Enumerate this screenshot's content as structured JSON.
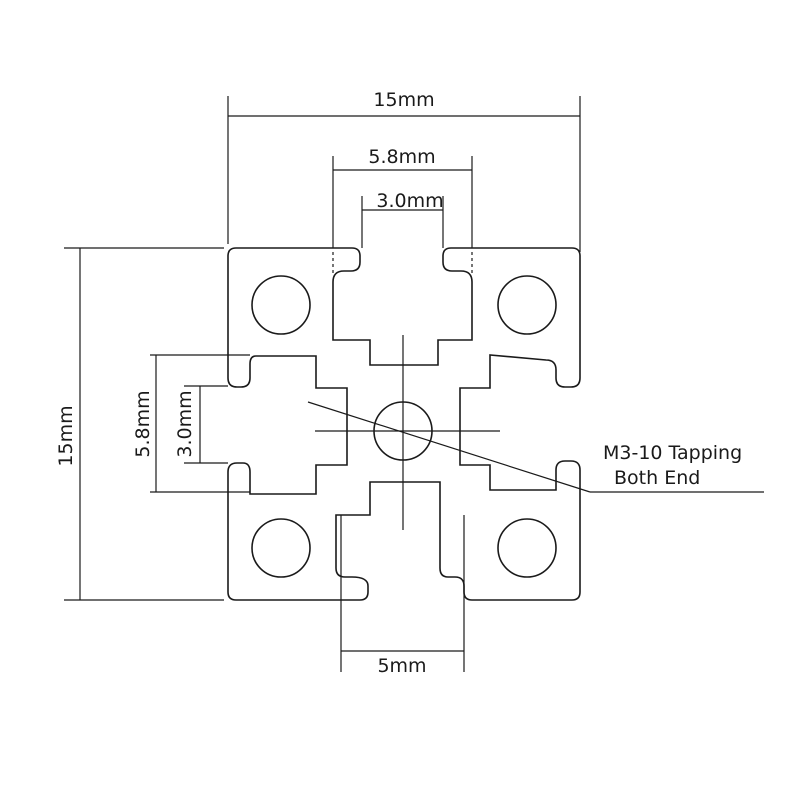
{
  "dimensions": {
    "overall_width": "15mm",
    "slot_opening_top": "5.8mm",
    "slot_neck_top": "3.0mm",
    "overall_height": "15mm",
    "slot_opening_left": "5.8mm",
    "slot_neck_left": "3.0mm",
    "slot_width_bottom": "5mm"
  },
  "annotation": {
    "line1": "M3-10 Tapping",
    "line2": "Both End"
  }
}
